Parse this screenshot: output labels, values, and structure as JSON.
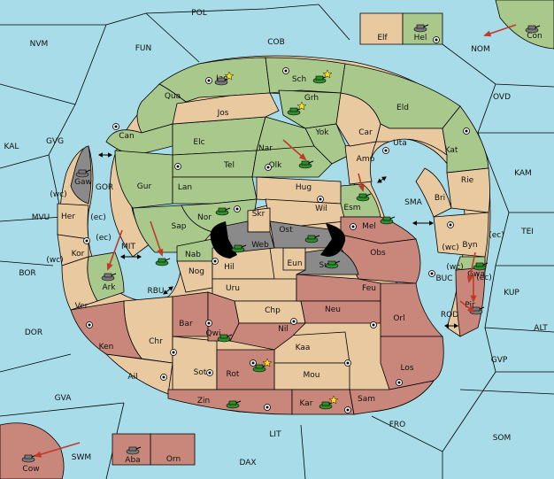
{
  "map": {
    "seas": [
      "POL",
      "NVM",
      "FUN",
      "COB",
      "NOM",
      "OVD",
      "KAL",
      "GVG",
      "KAM",
      "MVU",
      "SMA",
      "TEI",
      "BOR",
      "MIT",
      "RBU",
      "BUC",
      "KUP",
      "DOR",
      "ROD",
      "ALT",
      "GVP",
      "GVA",
      "FRO",
      "SOM",
      "LIT",
      "SWM",
      "DAX",
      "GOR"
    ],
    "provinces": [
      "Elf",
      "Hel",
      "Con",
      "Jad",
      "Sch",
      "Qua",
      "Grh",
      "Jos",
      "Eld",
      "Can",
      "Yok",
      "Car",
      "Uta",
      "Elc",
      "Nar",
      "Tel",
      "Olk",
      "Kat",
      "Gaw",
      "Gur",
      "Hug",
      "Amp",
      "Rie",
      "Lan",
      "Esm",
      "Bri",
      "Her",
      "Nor",
      "Wil",
      "Sap",
      "Skr",
      "Ost",
      "Mel",
      "Byn",
      "Kor",
      "Web",
      "Nab",
      "Hil",
      "Sun",
      "Obs",
      "Ark",
      "Eun",
      "Nog",
      "Gwa",
      "Uru",
      "Feu",
      "Pir",
      "Ver",
      "Chp",
      "Neu",
      "Orl",
      "Bar",
      "Qwi",
      "Nil",
      "Ken",
      "Chr",
      "Kaa",
      "Los",
      "Ail",
      "Sot",
      "Rot",
      "Mou",
      "Zin",
      "Kar",
      "Sam",
      "Cow",
      "Aba",
      "Orn"
    ],
    "coasts": [
      "(wc)",
      "(ec)",
      "(ec)",
      "(wc)",
      "(wc)",
      "(ec)",
      "(wc)",
      "(ec)"
    ]
  }
}
